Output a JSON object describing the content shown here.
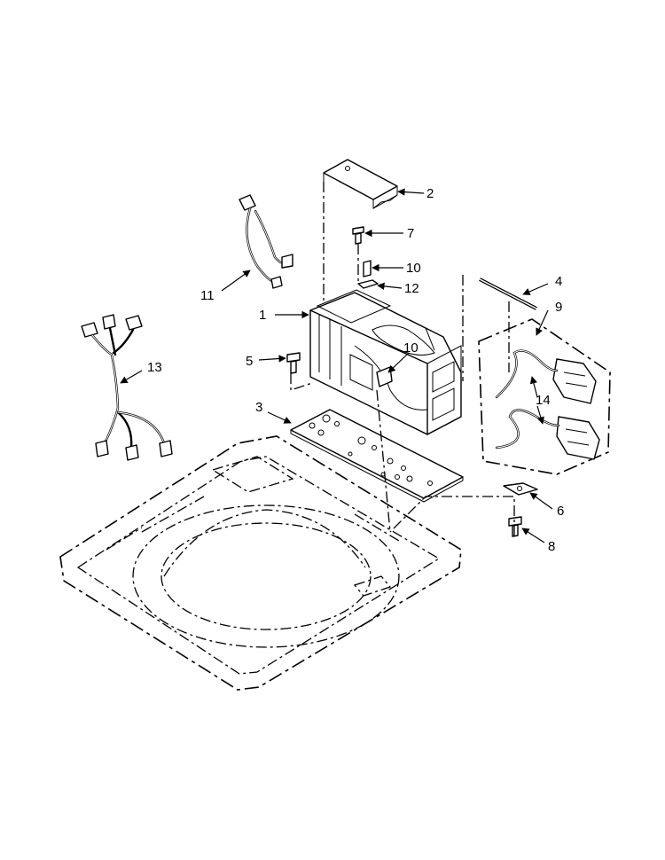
{
  "callouts": [
    "1",
    "2",
    "3",
    "4",
    "5",
    "6",
    "7",
    "8",
    "9",
    "10",
    "10",
    "11",
    "12",
    "13",
    "14"
  ]
}
